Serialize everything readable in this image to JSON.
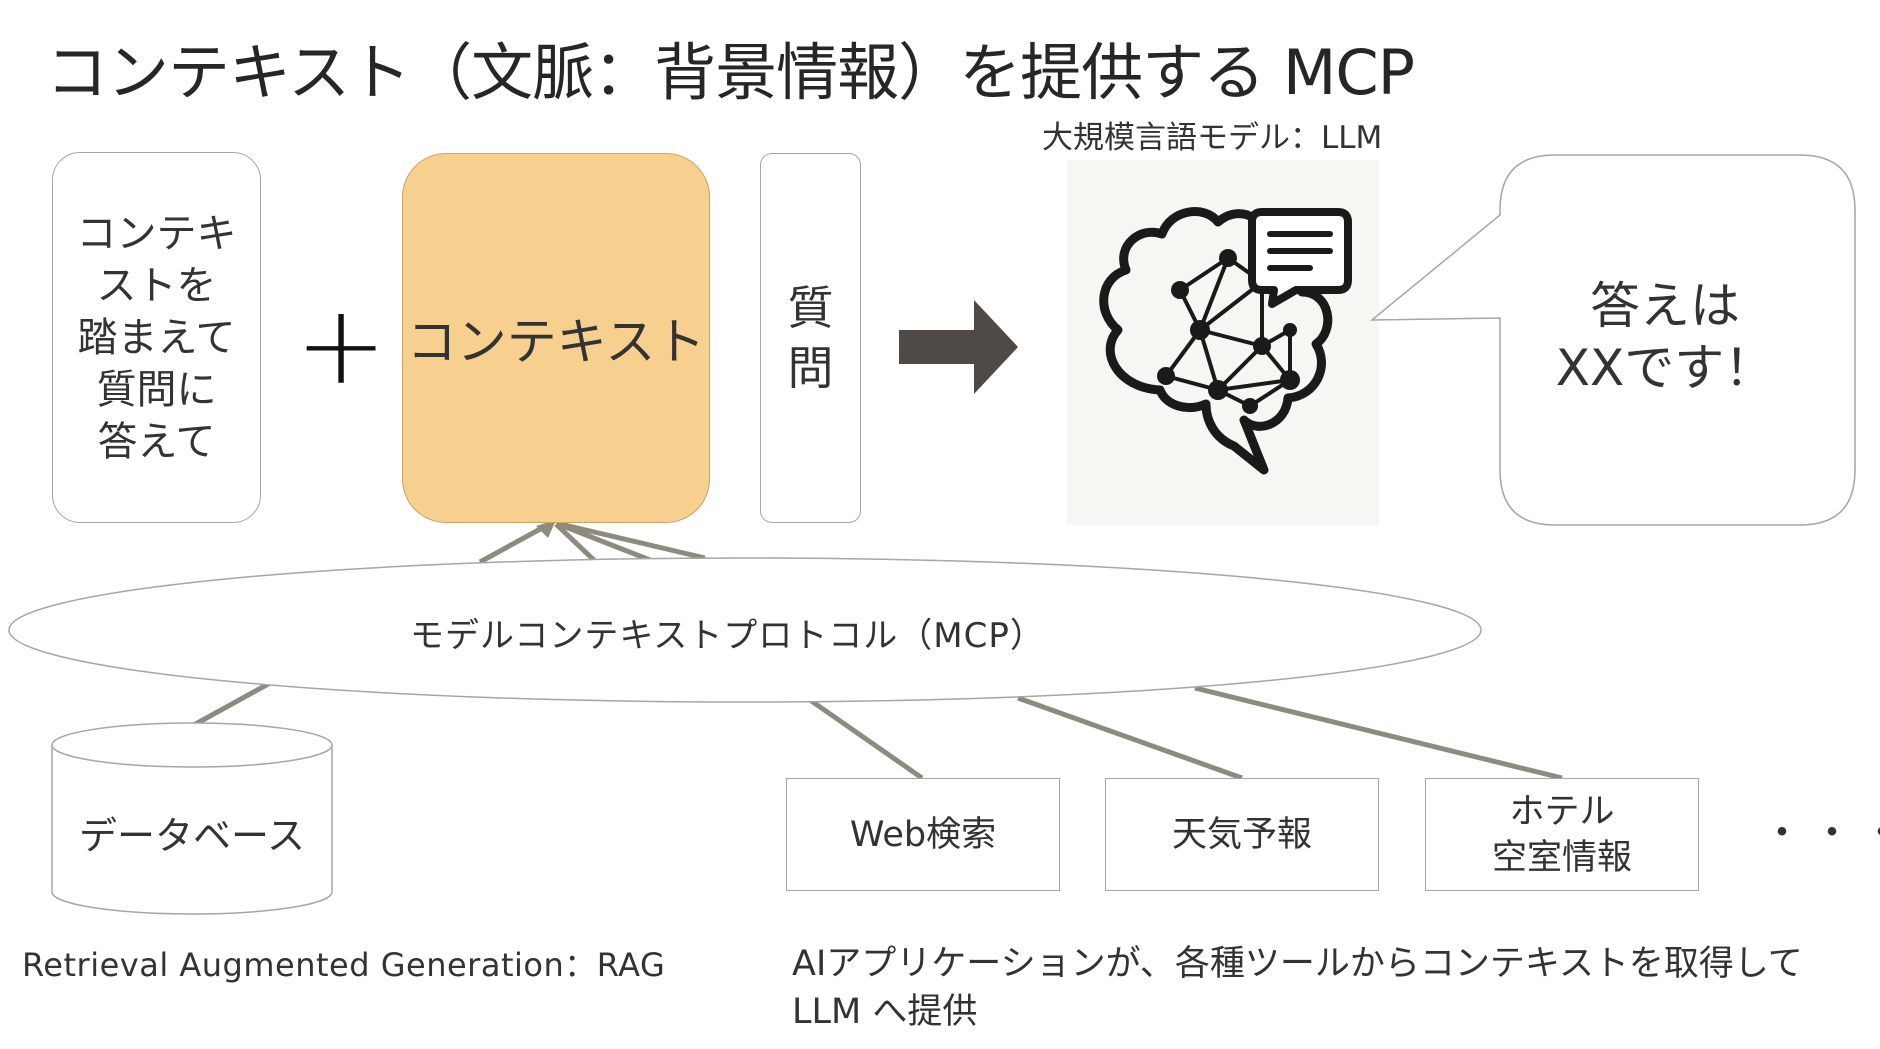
{
  "title": "コンテキスト（文脈：背景情報）を提供する MCP",
  "prompt_note": "コンテキ\nストを\n踏まえて\n質問に\n答えて",
  "plus": "+",
  "context_label": "コンテキスト",
  "question_label": "質\n問",
  "llm_label": "大規模言語モデル：LLM",
  "answer": "答えは\nXXです！",
  "mcp_label": "モデルコンテキストプロトコル（MCP）",
  "database_label": "データベース",
  "tools": [
    {
      "label": "Web検索"
    },
    {
      "label": "天気予報"
    },
    {
      "label": "ホテル\n空室情報"
    }
  ],
  "more": "・・・",
  "rag_label": "Retrieval Augmented Generation：RAG",
  "description": "AIアプリケーションが、各種ツールからコンテキストを取得して\nLLM へ提供",
  "colors": {
    "context_fill": "#f7cf8e",
    "arrow_fill": "#4f4a45",
    "connector": "#8f8a80",
    "border": "#a6a6a6"
  },
  "icons": {
    "arrow": "right-arrow-icon",
    "brain": "brain-network-icon",
    "chat": "chat-bubble-icon"
  }
}
